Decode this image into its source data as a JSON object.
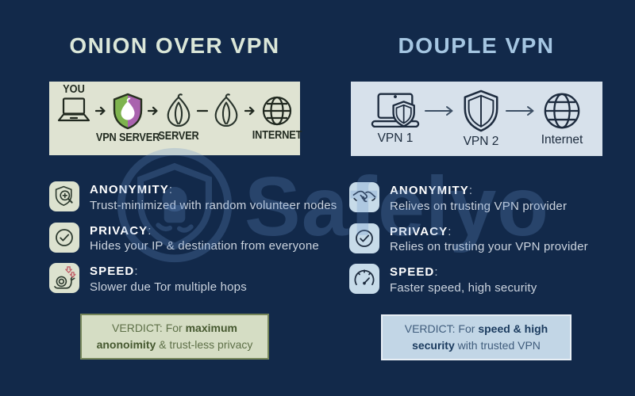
{
  "watermark": {
    "text": "Safelyo"
  },
  "colors": {
    "background": "#12294a",
    "left_panel": "#dfe3d2",
    "right_panel": "#d7e1eb",
    "left_title": "#dbe7d9",
    "right_title": "#a5c6e2",
    "shield_green": "#7eb34e",
    "shield_purple": "#a963ae",
    "speed_arrow_red": "#c2666d",
    "left_verdict_border": "#76865a",
    "right_verdict_border": "#e8eff5"
  },
  "left": {
    "title": "ONION OVER VPN",
    "diagram": {
      "you": "YOU",
      "vpn_server": "VPN SERVER",
      "server": "SERVER",
      "internet": "INTERNET"
    },
    "features": [
      {
        "heading": "ANONYMITY",
        "colon": ":",
        "desc": "Trust-minimized with random volunteer nodes"
      },
      {
        "heading": "PRIVACY",
        "colon": ":",
        "desc": "Hides your IP & destination from everyone"
      },
      {
        "heading": "SPEED",
        "colon": ":",
        "desc": "Slower due Tor multiple hops"
      }
    ],
    "verdict": {
      "prefix": "VERDICT: For ",
      "bold": "maximum anonoimity",
      "suffix": " & trust-less privacy"
    }
  },
  "right": {
    "title": "DOUPLE VPN",
    "diagram": {
      "vpn1": "VPN 1",
      "vpn2": "VPN 2",
      "internet": "Internet"
    },
    "features": [
      {
        "heading": "ANONYMITY",
        "colon": ":",
        "desc": "Relives on trusting VPN provider"
      },
      {
        "heading": "PRIVACY",
        "colon": ":",
        "desc": "Relies on trusting your VPN provider"
      },
      {
        "heading": "SPEED",
        "colon": ":",
        "desc": "Faster speed, high security"
      }
    ],
    "verdict": {
      "prefix": "VERDICT: For ",
      "bold": "speed & high security",
      "suffix": " with trusted VPN"
    }
  }
}
